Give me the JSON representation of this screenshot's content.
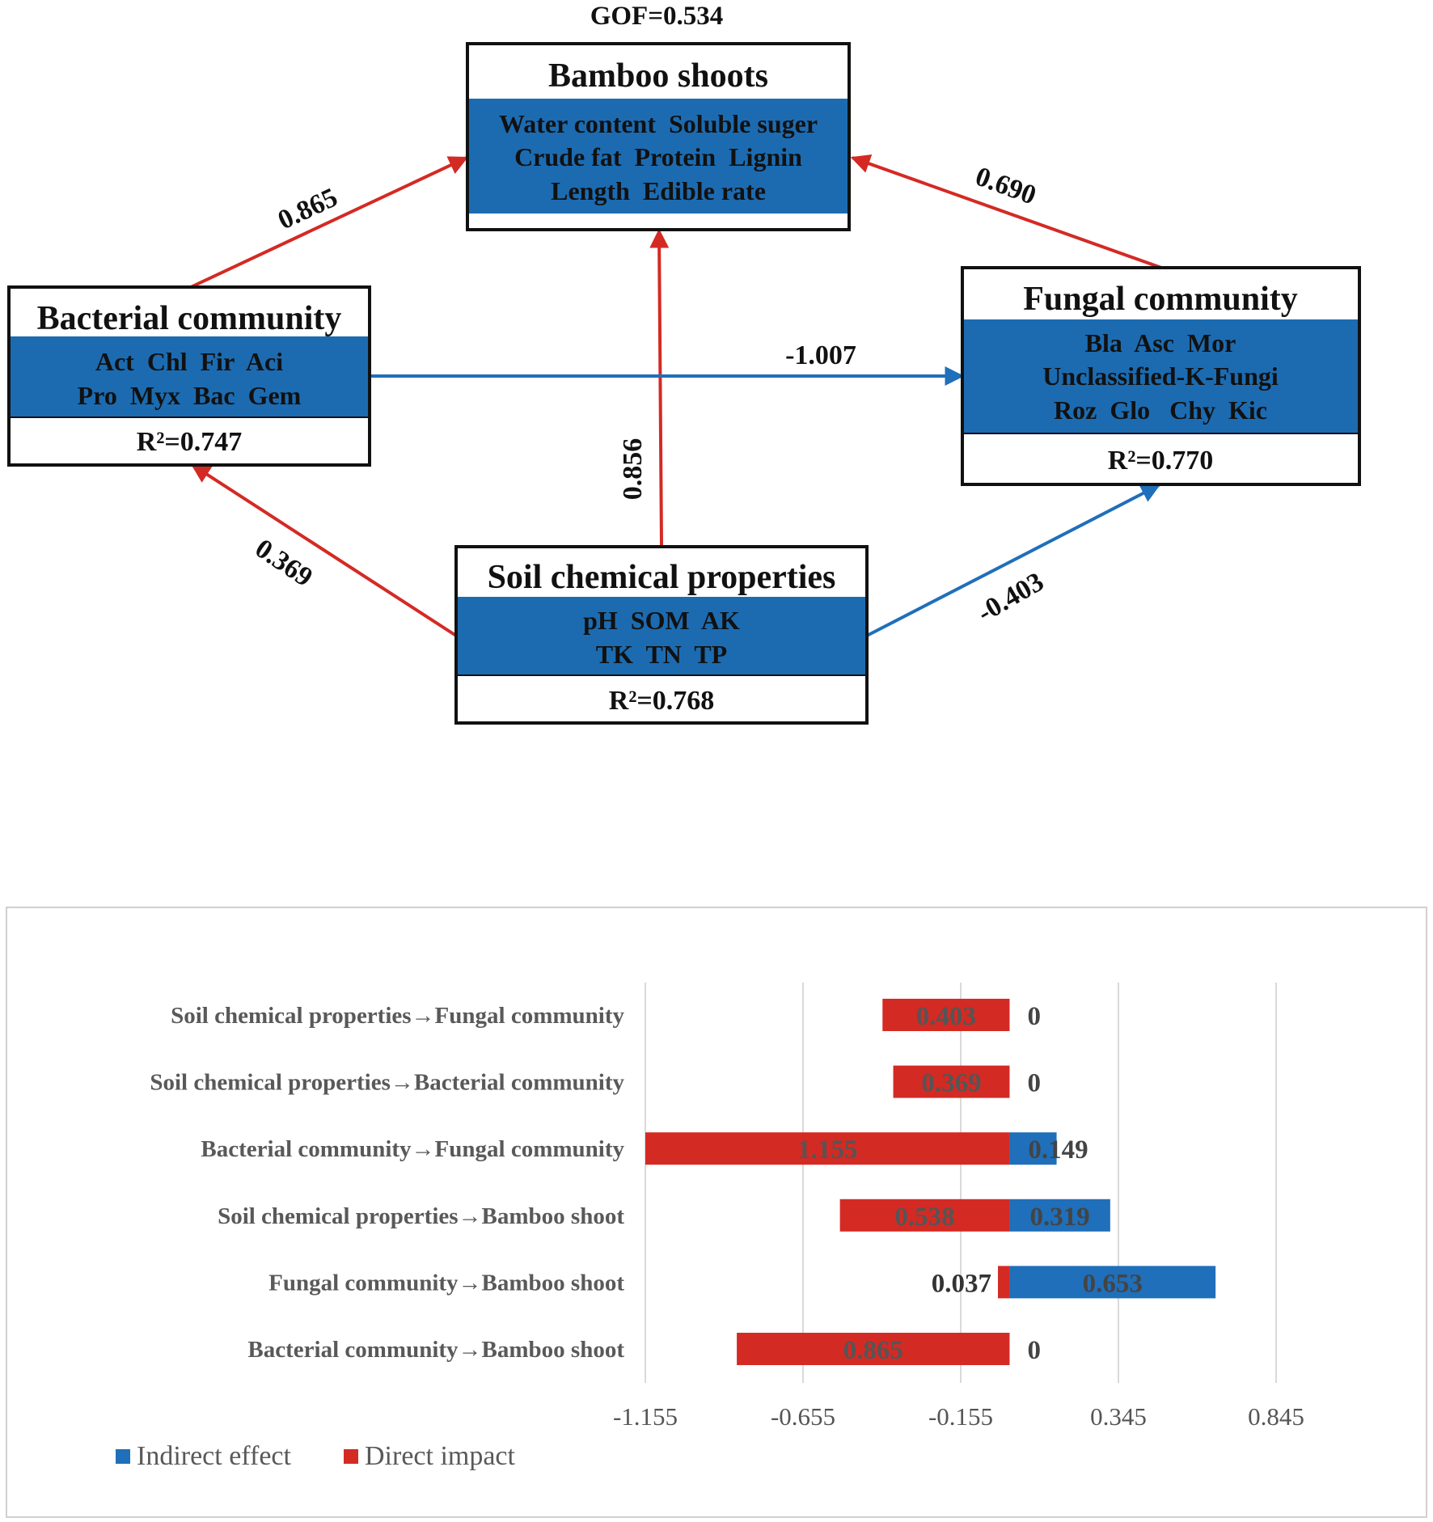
{
  "path_model": {
    "gof": "GOF=0.534",
    "boxes": {
      "bamboo": {
        "title": "Bamboo shoots",
        "lines": [
          "Water content  Soluble suger",
          "Crude fat  Protein  Lignin",
          "Length  Edible rate"
        ],
        "r2": ""
      },
      "bacterial": {
        "title": "Bacterial community",
        "lines": [
          "Act  Chl  Fir  Aci",
          "Pro  Myx  Bac  Gem"
        ],
        "r2": "R²=0.747"
      },
      "fungal": {
        "title": "Fungal community",
        "lines": [
          "Bla  Asc  Mor",
          "Unclassified-K-Fungi",
          "Roz  Glo   Chy  Kic"
        ],
        "r2": "R²=0.770"
      },
      "soil": {
        "title": "Soil chemical properties",
        "lines": [
          "pH  SOM  AK",
          "TK  TN  TP"
        ],
        "r2": "R²=0.768"
      }
    },
    "paths": [
      {
        "from": "Bacterial community",
        "to": "Bamboo shoots",
        "coef": "0.865",
        "sign": "positive"
      },
      {
        "from": "Fungal community",
        "to": "Bamboo shoots",
        "coef": "0.690",
        "sign": "positive"
      },
      {
        "from": "Soil chemical properties",
        "to": "Bamboo shoots",
        "coef": "0.856",
        "sign": "positive"
      },
      {
        "from": "Bacterial community",
        "to": "Fungal community",
        "coef": "-1.007",
        "sign": "negative"
      },
      {
        "from": "Soil chemical properties",
        "to": "Bacterial community",
        "coef": "0.369",
        "sign": "positive"
      },
      {
        "from": "Soil chemical properties",
        "to": "Fungal community",
        "coef": "-0.403",
        "sign": "negative"
      }
    ],
    "colors": {
      "positive": "#d42a24",
      "negative": "#1f6fba",
      "box_fill": "#1c6bb1"
    }
  },
  "chart_data": {
    "type": "bar",
    "orientation": "horizontal",
    "stacked": true,
    "categories": [
      "Soil chemical properties→Fungal community",
      "Soil chemical properties→Bacterial community",
      "Bacterial community→Fungal community",
      "Soil chemical properties→Bamboo shoot",
      "Fungal community→Bamboo shoot",
      "Bacterial community→Bamboo shoot"
    ],
    "series": [
      {
        "name": "Indirect effect",
        "color": "#1f6fba",
        "values": [
          0,
          0,
          0.149,
          0.319,
          0.653,
          0
        ],
        "labels": [
          "0",
          "0",
          "0.149",
          "0.319",
          "0.653",
          "0"
        ]
      },
      {
        "name": "Direct impact",
        "color": "#d42a24",
        "values": [
          0.403,
          0.369,
          1.155,
          0.538,
          0.037,
          0.865
        ],
        "labels": [
          "0.403",
          "0.369",
          "1.155",
          "0.538",
          "0.037",
          "0.865"
        ]
      }
    ],
    "xticks": [
      "-1.155",
      "-0.655",
      "-0.155",
      "0.345",
      "0.845"
    ],
    "xlim": [
      -1.155,
      0.845
    ],
    "grid": true,
    "legend_position": "bottom-left"
  }
}
